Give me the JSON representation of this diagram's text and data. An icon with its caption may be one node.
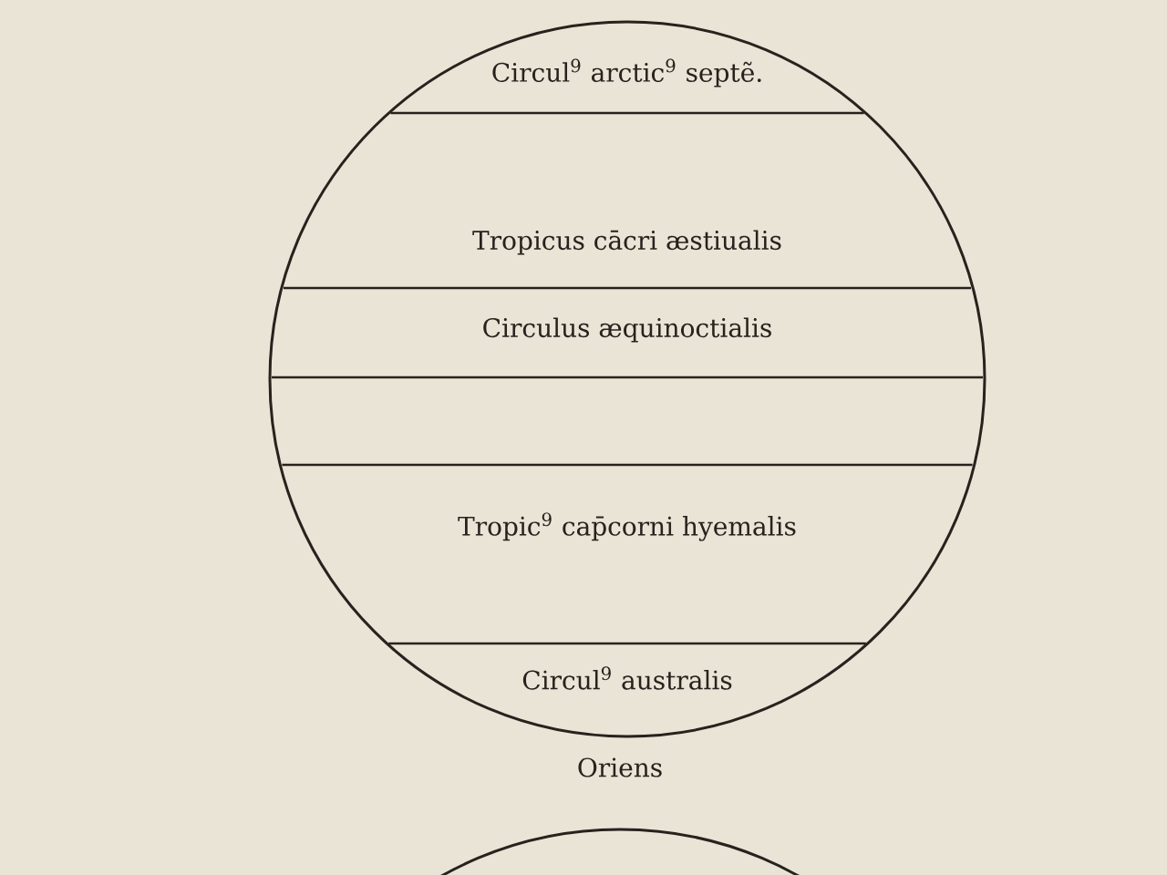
{
  "diagram": {
    "nodes": [
      {
        "text": [],
        "shape": "circle"
      },
      {
        "text": [
          "Circul$^{9}$ arctic$^{9}$ septẽ."
        ],
        "in": 0
      },
      {
        "text": [
          "Tropicus cācri æstiualis"
        ],
        "in": 0
      },
      {
        "text": [
          "Circulus æquinoctialis"
        ],
        "in": 0
      },
      {
        "text": [
          "Tropic$^{9}$ cap̄corni hyemalis"
        ],
        "in": 0
      },
      {
        "text": [
          "Circul$^{9}$ australis"
        ],
        "in": 0
      },
      {
        "text": [],
        "shape": "circle"
      }
    ],
    "labels": [
      "Oriens"
    ]
  }
}
